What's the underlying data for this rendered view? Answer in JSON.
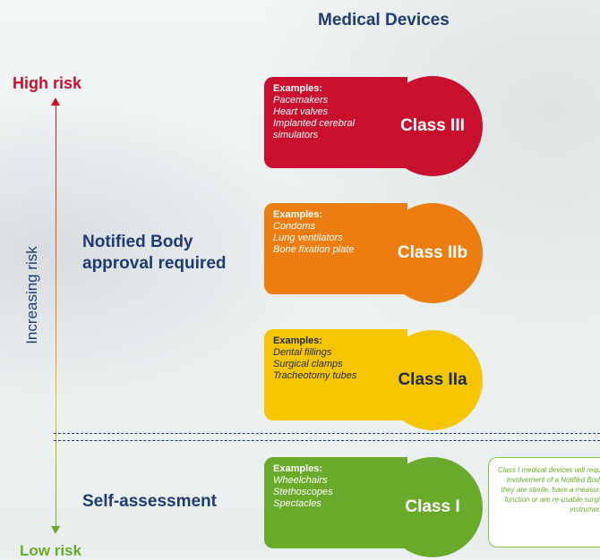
{
  "title": "Medical Devices",
  "risk": {
    "high": "High risk",
    "low": "Low risk",
    "axis": "Increasing risk"
  },
  "categories": {
    "notified": [
      "Notified Body",
      "approval required"
    ],
    "self": "Self-assessment"
  },
  "colors": {
    "class3": "#c8102e",
    "class2b": "#ec7d10",
    "class2a": "#f5c600",
    "class1": "#6aaa2a",
    "text": "#1f3b73"
  },
  "classes": [
    {
      "label": "Class III",
      "examples_label": "Examples:",
      "items": [
        "Pacemakers",
        "Heart valves",
        "Implanted cerebral simulators"
      ]
    },
    {
      "label": "Class IIb",
      "examples_label": "Examples:",
      "items": [
        "Condoms",
        "Lung ventilators",
        "Bone fixation plate"
      ]
    },
    {
      "label": "Class IIa",
      "examples_label": "Examples:",
      "items": [
        "Dental fillings",
        "Surgical clamps",
        "Tracheotomy tubes"
      ]
    },
    {
      "label": "Class I",
      "examples_label": "Examples:",
      "items": [
        "Wheelchairs",
        "Stethoscopes",
        "Spectacles"
      ]
    }
  ],
  "note": "Class I medical devices will require involvement of a Notified Body if they are sterile, have a measuring function or are re-usable surgical instruments."
}
